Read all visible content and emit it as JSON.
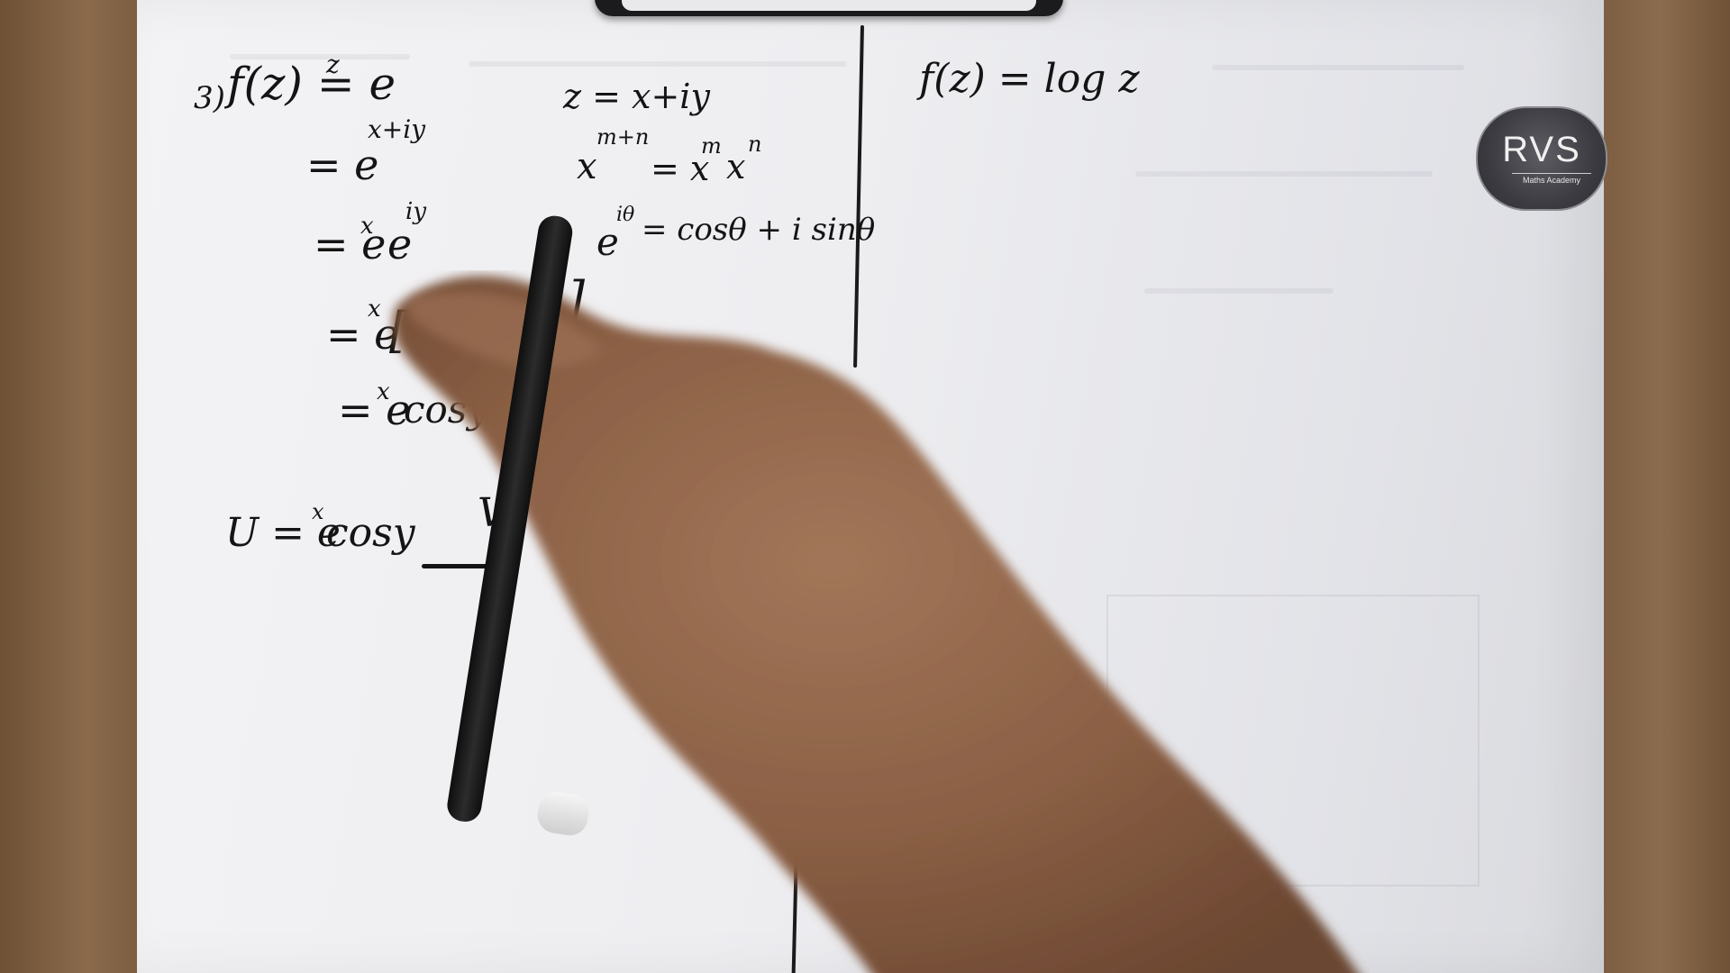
{
  "logo": {
    "name": "RVS",
    "tagline": "Maths Academy"
  },
  "board": {
    "left_column": {
      "problem_number": "3)",
      "function_def": "f(z) = e",
      "function_exp": "z",
      "step1_base": "= e",
      "step1_exp": "x+iy",
      "step2_base1": "= e",
      "step2_exp1": "x",
      "step2_base2": "e",
      "step2_exp2": "iy",
      "step3_base": "= e",
      "step3_exp": "x",
      "step3_bracket": "[",
      "step3_close": "]",
      "step4_base": "= e",
      "step4_exp": "x",
      "step4_rest": "cosy +",
      "u_label": "U = e",
      "u_exp": "x",
      "u_rest": "cosy",
      "v_label": "V"
    },
    "middle_column": {
      "z_def": "z = x+iy",
      "exp_rule_base": "x",
      "exp_rule_exp": "m+n",
      "exp_rule_eq": "= x",
      "exp_rule_m": "m",
      "exp_rule_x": "x",
      "exp_rule_n": "n",
      "euler_base": "e",
      "euler_exp": "iθ",
      "euler_rest": "= cosθ + i sinθ"
    },
    "right_column": {
      "next_problem": "f(z) = log z"
    }
  }
}
